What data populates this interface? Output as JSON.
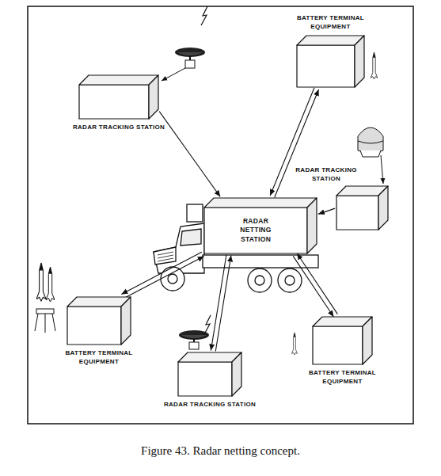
{
  "diagram": {
    "caption": "Figure 43. Radar netting concept.",
    "nodes": [
      {
        "text": [
          "RADAR TRACKING STATION"
        ]
      },
      {
        "text": [
          "BATTERY TERMINAL EQUIPMENT"
        ]
      },
      {
        "text": [
          "RADAR NETTING STATION"
        ]
      },
      {
        "text": [
          "RADAR TRACKING STATION"
        ]
      },
      {
        "text": [
          "BATTERY TERMINAL EQUIPMENT"
        ]
      },
      {
        "text": [
          "RADAR TRACKING STATION"
        ]
      },
      {
        "text": [
          "BATTERY TERMINAL EQUIPMENT"
        ]
      }
    ],
    "edges": [
      {
        "from": 0,
        "to": 2,
        "arrow": "to"
      },
      {
        "from": 2,
        "to": 1,
        "arrow": "both"
      },
      {
        "from": 3,
        "to": 2,
        "arrow": "to"
      },
      {
        "from": 2,
        "to": 4,
        "arrow": "both"
      },
      {
        "from": 2,
        "to": 5,
        "arrow": "both"
      },
      {
        "from": 2,
        "to": 6,
        "arrow": "both"
      }
    ]
  }
}
